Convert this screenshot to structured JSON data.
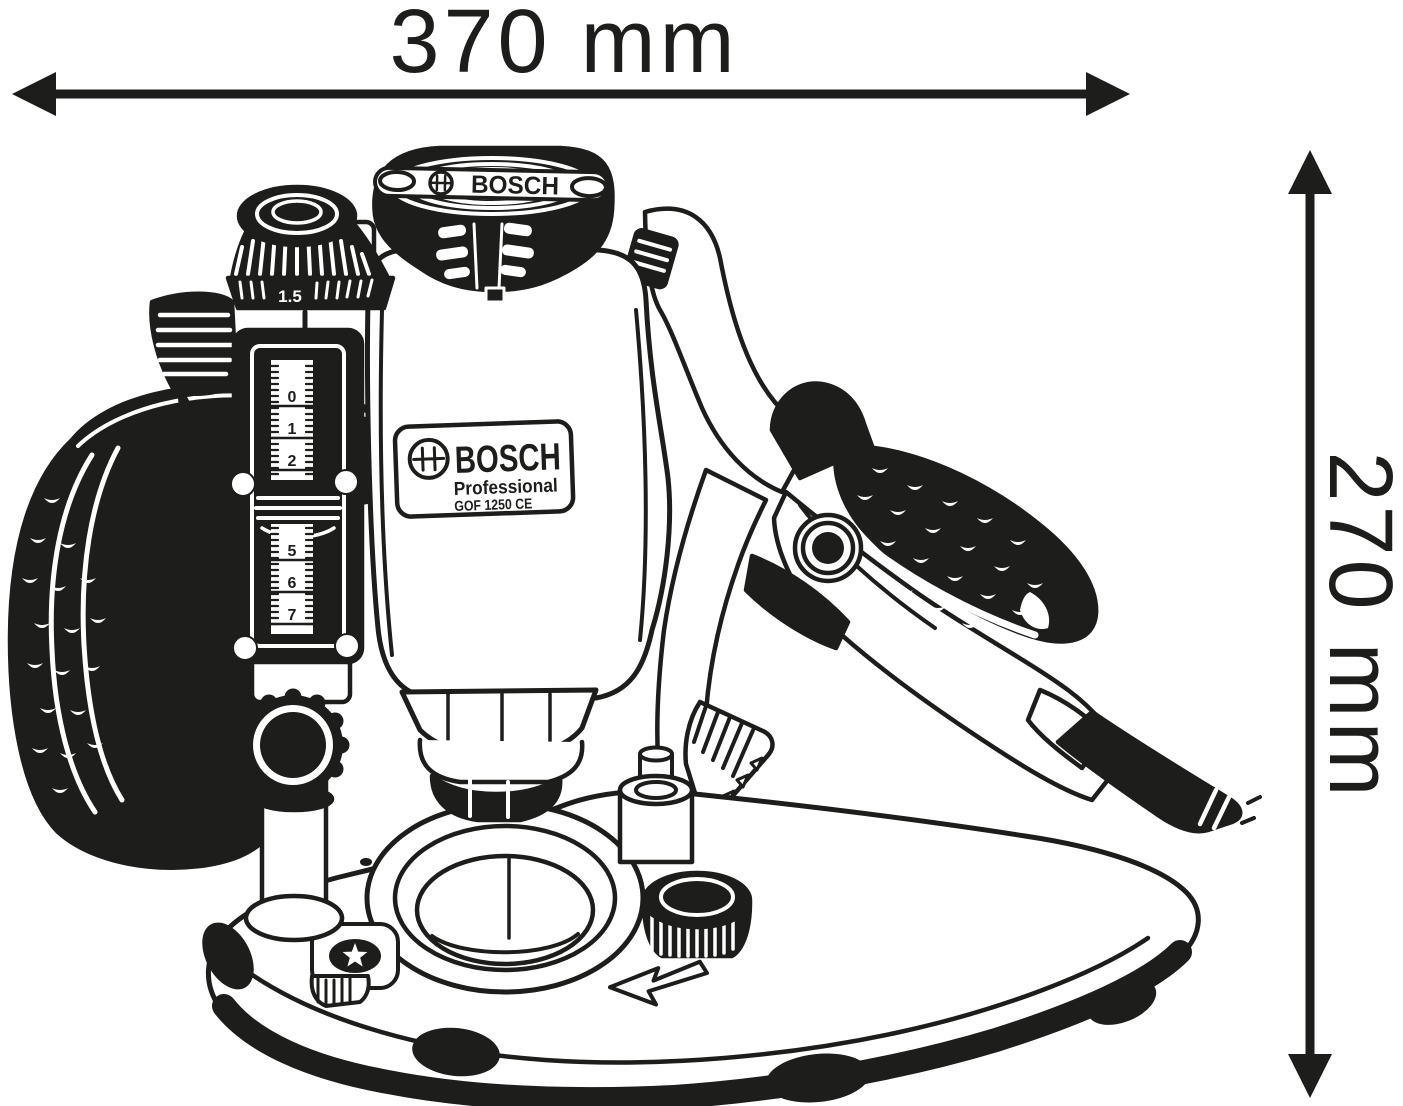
{
  "diagram": {
    "width_label": "370 mm",
    "height_label": "270 mm"
  },
  "device": {
    "cap_brand": "BOSCH",
    "label_brand": "BOSCH",
    "label_line": "Professional",
    "label_model": "GOF 1250 CE",
    "speed_dial_value": "1.5",
    "depth_scale_upper": [
      "0",
      "1",
      "2"
    ],
    "depth_scale_lower": [
      "5",
      "6",
      "7"
    ]
  },
  "icons": {
    "bosch_logo": "bosch-armature-roundel",
    "arrows": "dimension-arrowheads"
  },
  "colors": {
    "ink": "#1d1d1b",
    "background": "#ffffff"
  }
}
